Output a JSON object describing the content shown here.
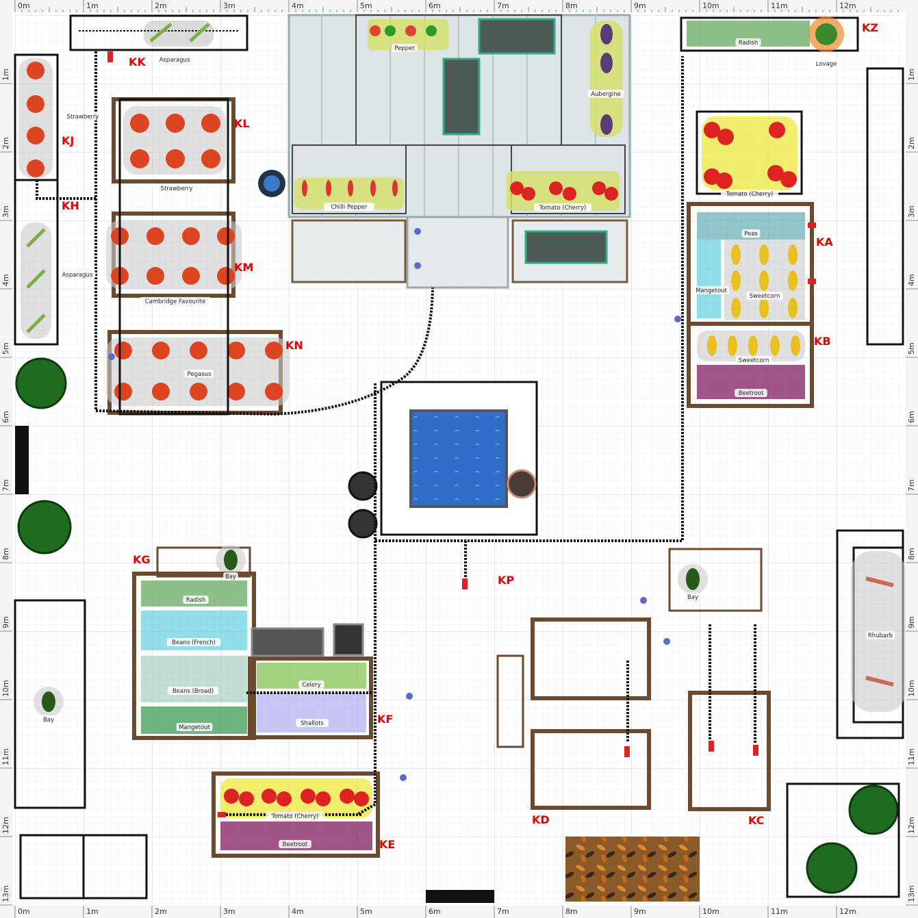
{
  "ruler": {
    "h_labels": [
      "0m",
      "1m",
      "2m",
      "3m",
      "4m",
      "5m",
      "6m",
      "7m",
      "8m",
      "9m",
      "10m",
      "11m",
      "12m"
    ],
    "v_labels": [
      "1m",
      "2m",
      "3m",
      "4m",
      "5m",
      "6m",
      "7m",
      "8m",
      "9m",
      "10m",
      "11m",
      "12m",
      "13m"
    ]
  },
  "bed_labels": {
    "KK": "KK",
    "KJ": "KJ",
    "KH": "KH",
    "KL": "KL",
    "KM": "KM",
    "KN": "KN",
    "KZ": "KZ",
    "KA": "KA",
    "KB": "KB",
    "KG": "KG",
    "KF": "KF",
    "KE": "KE",
    "KD": "KD",
    "KC": "KC",
    "KP": "KP"
  },
  "plant_labels": {
    "asparagus_top": "Asparagus",
    "strawberry_side": "Strawberry",
    "strawberry_kl": "Strawberry",
    "asparagus_left": "Asparagus",
    "cambridge": "Cambridge Favourite",
    "pegasus": "Pegasus",
    "pepper": "Pepper",
    "aubergine": "Aubergine",
    "chilli": "Chilli Pepper",
    "tomato_gh": "Tomato (Cherry)",
    "radish_kz": "Radish",
    "lovage": "Lovage",
    "tomato_kz": "Tomato (Cherry)",
    "peas": "Peas",
    "mangetout_ka": "Mangetout",
    "sweetcorn_ka": "Sweetcorn",
    "sweetcorn_kb": "Sweetcorn",
    "beetroot_kb": "Beetroot",
    "bay_kg": "Bay",
    "radish_kg": "Radish",
    "beans_french": "Beans (French)",
    "beans_broad": "Beans (Broad)",
    "mangetout_kg": "Mangetout",
    "celery": "Celery",
    "shallots": "Shallots",
    "bay_left": "Bay",
    "bay_right": "Bay",
    "rhubarb": "Rhubarb",
    "tomato_ke": "Tomato (Cherry)",
    "beetroot_ke": "Beetroot"
  },
  "colors": {
    "grid": "#e4e4e4",
    "timber": "#6b4a2e",
    "pipe": "#111111",
    "label": "#e00000",
    "pond": "#2f6fc9",
    "greenhouse": "#dfe6ea",
    "tree": "#1f6b1f"
  }
}
